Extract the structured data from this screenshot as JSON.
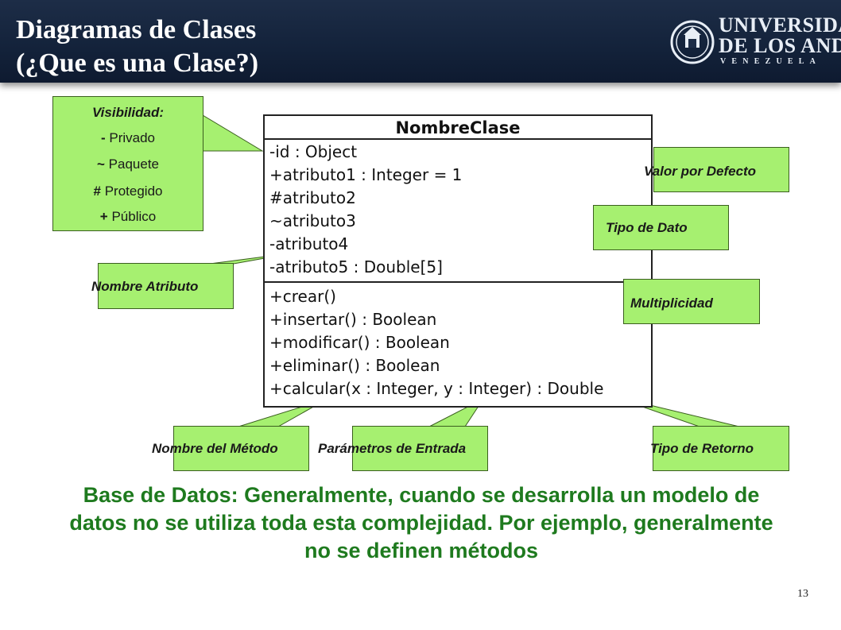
{
  "header": {
    "title_line1": "Diagramas de Clases",
    "title_line2": "(¿Que es una Clase?)",
    "logo_line1": "UNIVERSIDAD",
    "logo_line2": "DE LOS ANDES",
    "logo_line3": "VENEZUELA"
  },
  "visibility": {
    "title": "Visibilidad:",
    "items": [
      {
        "symbol": "-",
        "label": "Privado"
      },
      {
        "symbol": "~",
        "label": "Paquete"
      },
      {
        "symbol": "#",
        "label": "Protegido"
      },
      {
        "symbol": "+",
        "label": "Público"
      }
    ]
  },
  "uml_class": {
    "name": "NombreClase",
    "attributes": [
      "-id : Object",
      "+atributo1 : Integer = 1",
      "#atributo2",
      "~atributo3",
      "-atributo4",
      "-atributo5 : Double[5]"
    ],
    "methods": [
      "+crear()",
      "+insertar() : Boolean",
      "+modificar() : Boolean",
      "+eliminar() : Boolean",
      "+calcular(x : Integer, y : Integer) : Double"
    ]
  },
  "callouts": {
    "valor_por_defecto": "Valor por Defecto",
    "tipo_de_dato": "Tipo de Dato",
    "multiplicidad": "Multiplicidad",
    "nombre_atributo": "Nombre Atributo",
    "nombre_metodo": "Nombre del Método",
    "parametros_entrada": "Parámetros de Entrada",
    "tipo_retorno": "Tipo de Retorno"
  },
  "bottom_text": "Base de Datos: Generalmente, cuando se desarrolla un modelo de datos no se utiliza toda esta complejidad. Por ejemplo, generalmente no se definen métodos",
  "page_number": "13",
  "colors": {
    "header_bg": "#13223a",
    "callout_fill": "#a6f070",
    "bottom_text": "#1e7a1e"
  }
}
